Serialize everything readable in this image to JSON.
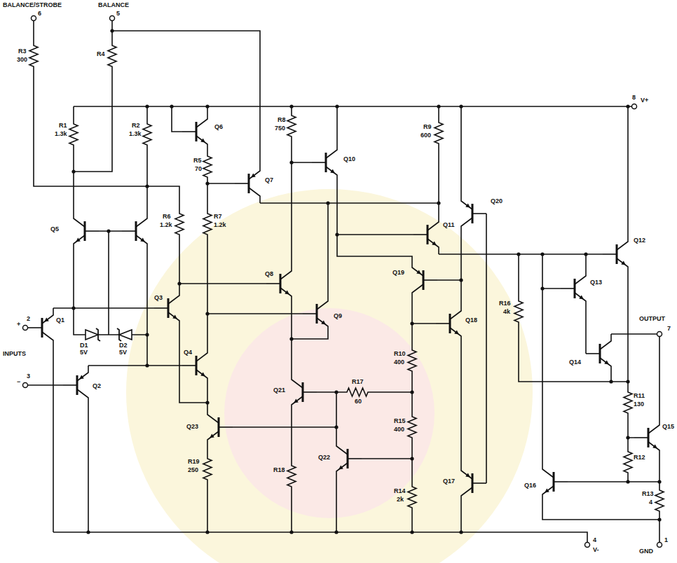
{
  "diagram": {
    "labels": [
      "BALANCE/STROBE",
      "BALANCE",
      "6",
      "5",
      "R3",
      "300",
      "R4",
      "R1",
      "1.3k",
      "R2",
      "1.3k",
      "Q6",
      "R5",
      "70",
      "Q7",
      "R8",
      "750",
      "Q10",
      "8",
      "V+",
      "R9",
      "600",
      "Q20",
      "Q11",
      "Q12",
      "Q5",
      "R6",
      "1.2k",
      "R7",
      "1.2k",
      "Q3",
      "Q8",
      "Q9",
      "Q19",
      "Q18",
      "R16",
      "4k",
      "Q13",
      "Q14",
      "OUTPUT",
      "7",
      "2",
      "+",
      "INPUTS",
      "Q1",
      "D1",
      "5V",
      "D2",
      "5V",
      "3",
      "−",
      "Q2",
      "Q4",
      "Q21",
      "R17",
      "60",
      "R10",
      "400",
      "R15",
      "400",
      "R11",
      "130",
      "R12",
      "Q15",
      "Q23",
      "R19",
      "250",
      "R18",
      "Q22",
      "R14",
      "2k",
      "Q17",
      "Q16",
      "R13",
      "4",
      "4",
      "V-",
      "1",
      "GND"
    ]
  }
}
